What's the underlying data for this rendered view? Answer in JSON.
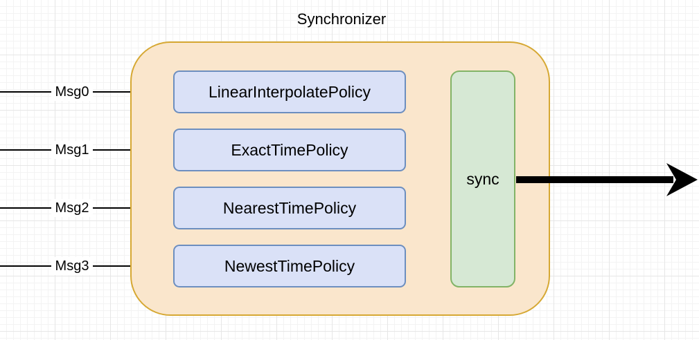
{
  "diagram": {
    "title": "Synchronizer",
    "inputs": [
      {
        "label": "Msg0"
      },
      {
        "label": "Msg1"
      },
      {
        "label": "Msg2"
      },
      {
        "label": "Msg3"
      }
    ],
    "policies": [
      {
        "label": "LinearInterpolatePolicy"
      },
      {
        "label": "ExactTimePolicy"
      },
      {
        "label": "NearestTimePolicy"
      },
      {
        "label": "NewestTimePolicy"
      }
    ],
    "sync": {
      "label": "sync"
    },
    "colors": {
      "container_fill": "#fae6cc",
      "container_stroke": "#d6a833",
      "policy_fill": "#dae1f7",
      "policy_stroke": "#6c8ebf",
      "sync_fill": "#d6e8d4",
      "sync_stroke": "#82b366",
      "edge": "#000000"
    }
  }
}
